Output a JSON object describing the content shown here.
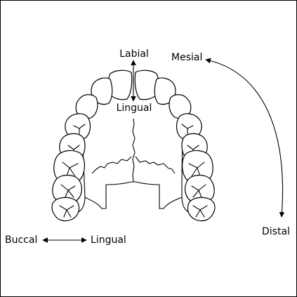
{
  "labels": {
    "labial": "Labial",
    "lingual_top": "Lingual",
    "mesial": "Mesial",
    "distal": "Distal",
    "buccal": "Buccal",
    "lingual_bottom": "Lingual"
  }
}
